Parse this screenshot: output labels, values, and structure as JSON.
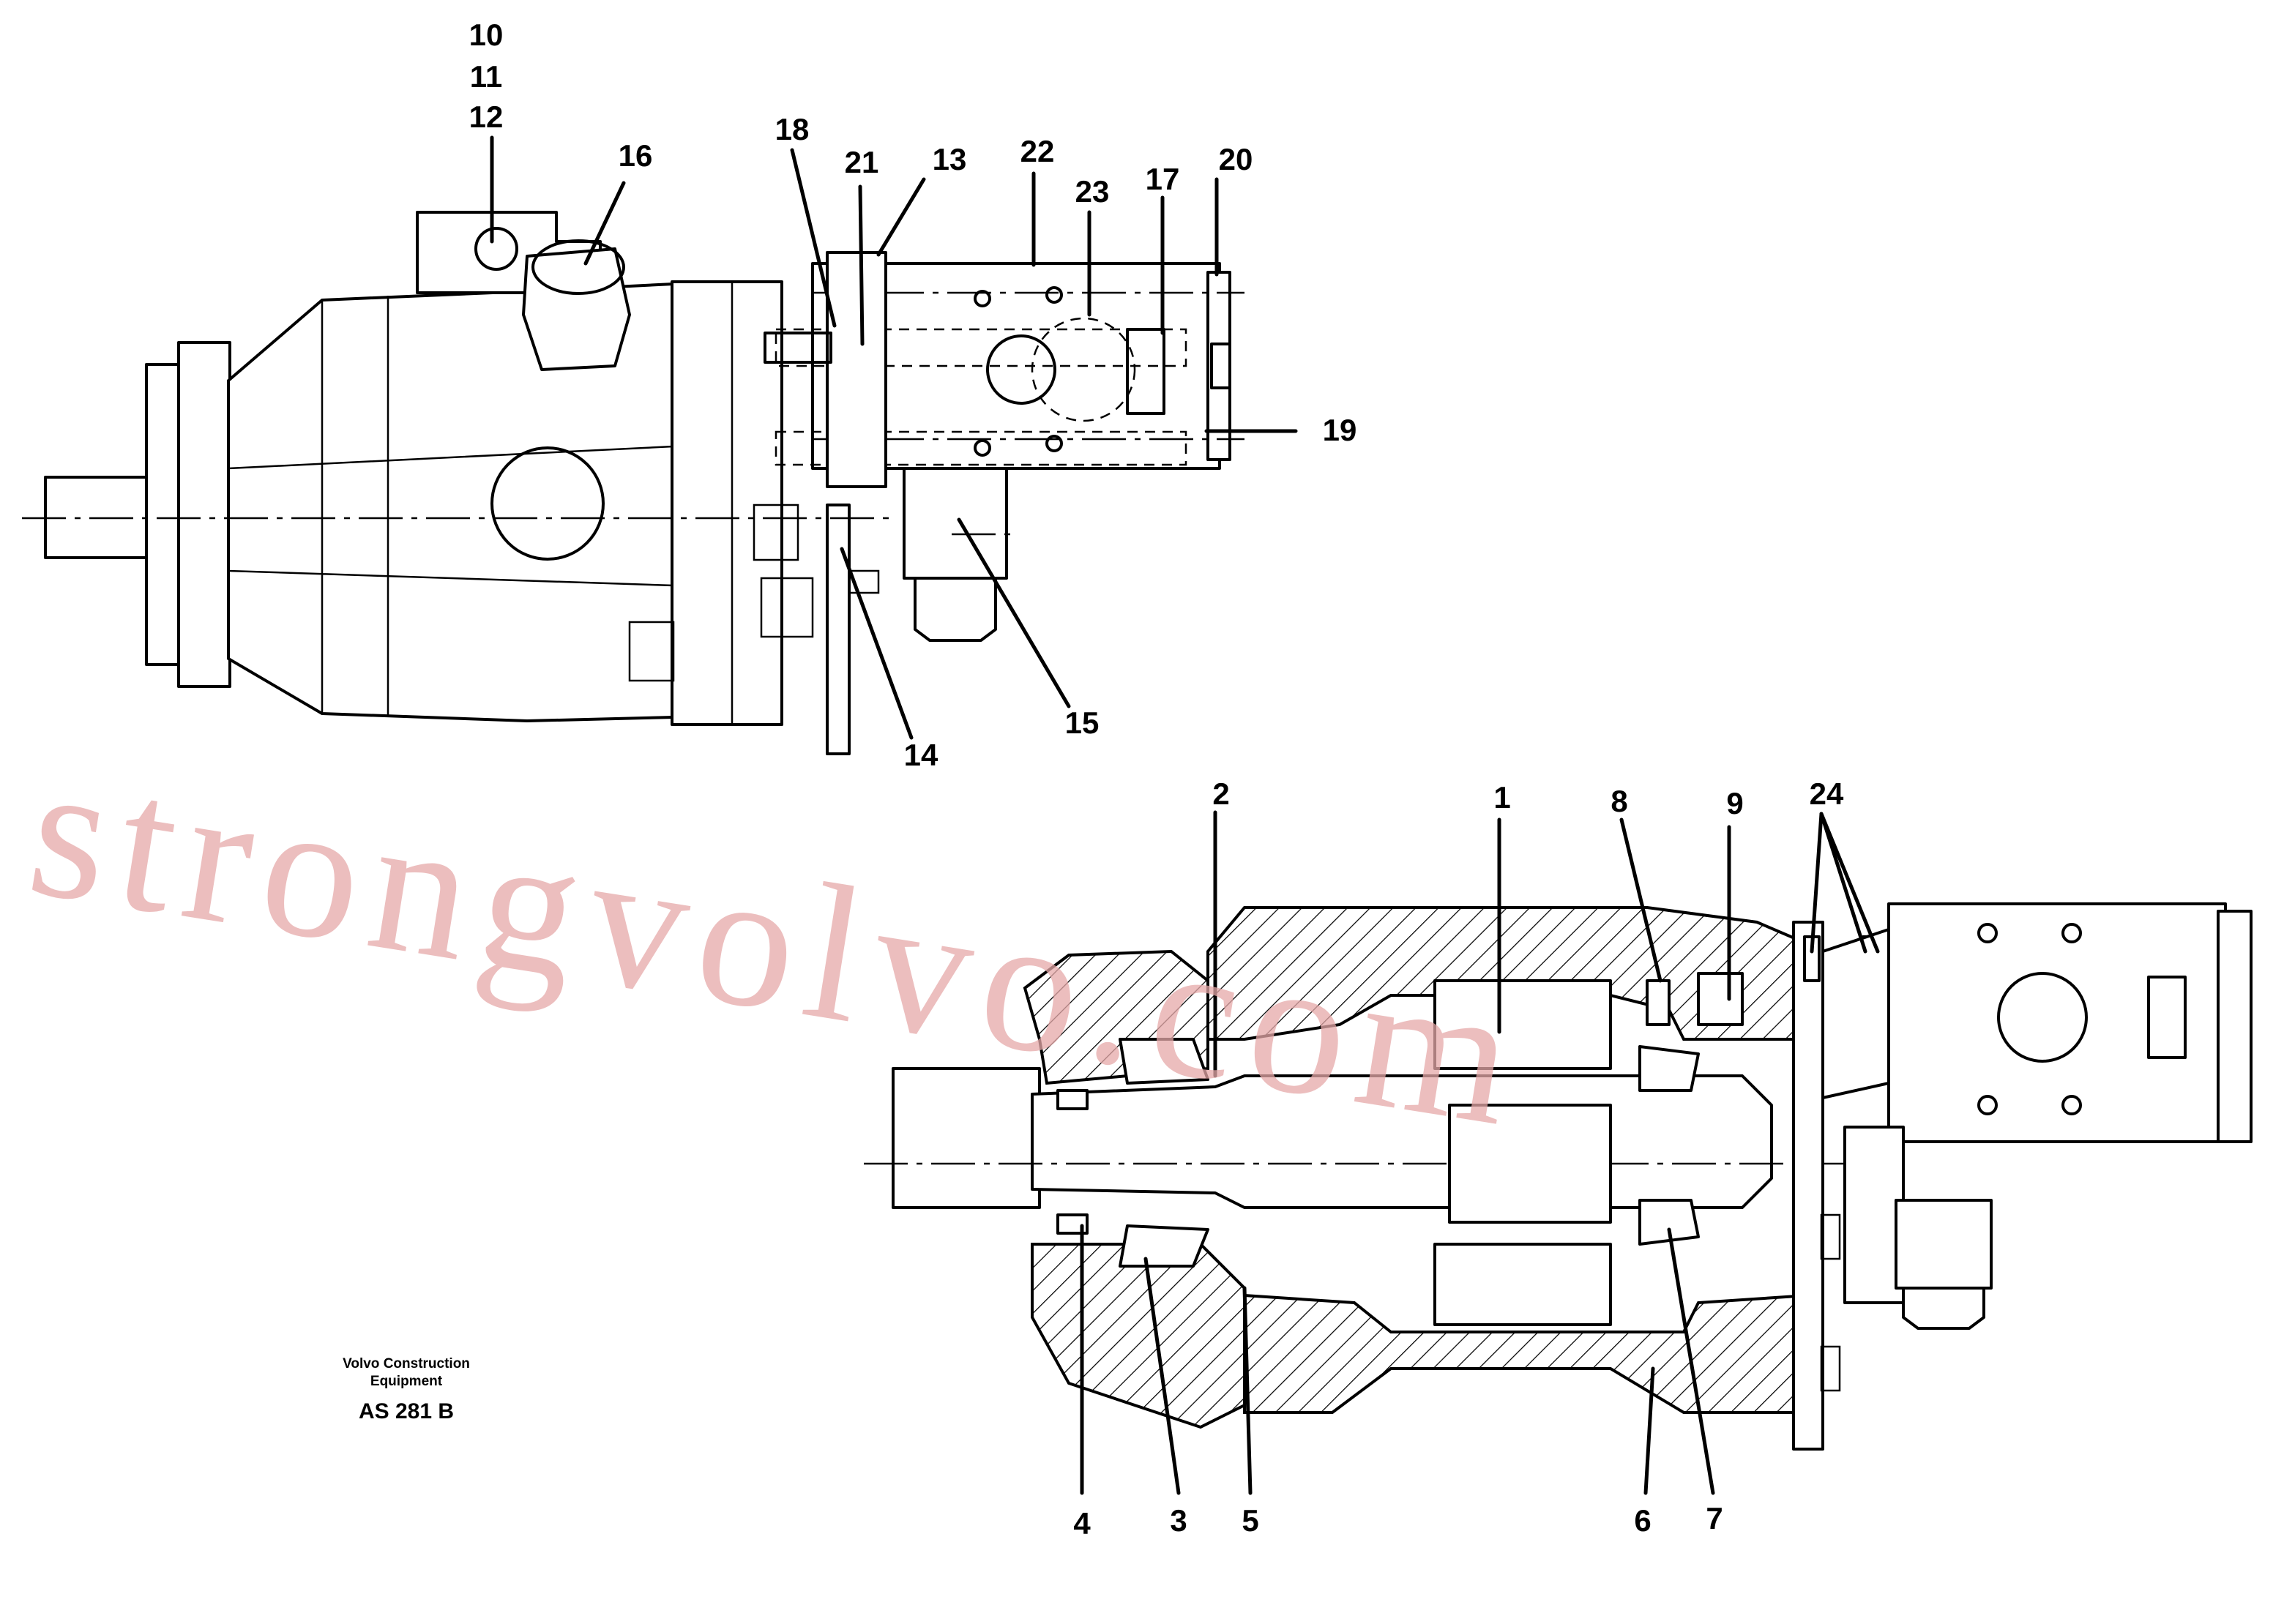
{
  "diagram": {
    "callouts": {
      "c1": "1",
      "c2": "2",
      "c3": "3",
      "c4": "4",
      "c5": "5",
      "c6": "6",
      "c7": "7",
      "c8": "8",
      "c9": "9",
      "c10": "10",
      "c11": "11",
      "c12": "12",
      "c13": "13",
      "c14": "14",
      "c15": "15",
      "c16": "16",
      "c17": "17",
      "c18": "18",
      "c19": "19",
      "c20": "20",
      "c21": "21",
      "c22": "22",
      "c23": "23",
      "c24": "24"
    },
    "caption": {
      "line1": "Volvo Construction",
      "line2": "Equipment",
      "reference": "AS 281 B"
    },
    "watermark": "strongvolvo.com",
    "colors": {
      "line": "#000000",
      "background": "#ffffff",
      "watermark": "#e6a9a9"
    }
  }
}
